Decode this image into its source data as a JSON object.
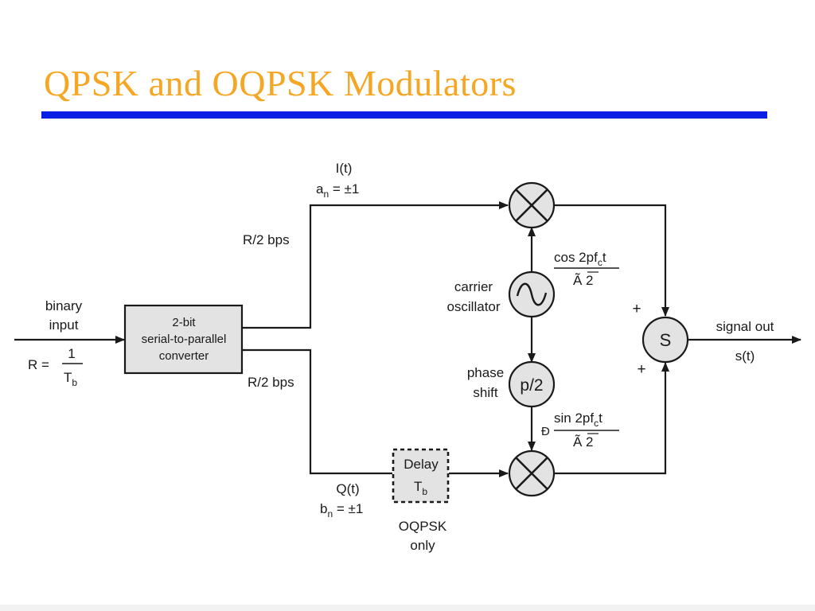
{
  "slide": {
    "title": "QPSK and OQPSK Modulators"
  },
  "input": {
    "label_line1": "binary",
    "label_line2": "input",
    "rate_lhs": "R =",
    "rate_num": "1",
    "rate_den_main": "T",
    "rate_den_sub": "b"
  },
  "converter": {
    "line1": "2-bit",
    "line2": "serial-to-parallel",
    "line3": "converter",
    "fill": "#e3e3e3"
  },
  "i_branch": {
    "rate": "R/2 bps",
    "signal": "I(t)",
    "coef_main": "a",
    "coef_sub": "n",
    "coef_rest": " = ±1"
  },
  "q_branch": {
    "rate": "R/2 bps",
    "signal": "Q(t)",
    "coef_main": "b",
    "coef_sub": "n",
    "coef_rest": " = ±1"
  },
  "delay": {
    "line1": "Delay",
    "line2_main": "T",
    "line2_sub": "b",
    "note_line1": "OQPSK",
    "note_line2": "only",
    "fill": "#e3e3e3"
  },
  "oscillator": {
    "label_line1": "carrier",
    "label_line2": "oscillator",
    "glyph": "∿",
    "fill": "#e3e3e3"
  },
  "cos_term": {
    "num_a": "cos 2pf",
    "num_sub": "c",
    "num_b": "t",
    "den": "Ã 2"
  },
  "phase_shift": {
    "label_line1": "phase",
    "label_line2": "shift",
    "symbol": "p/2",
    "fill": "#e3e3e3"
  },
  "sin_term": {
    "prefix": "Ð",
    "num_a": "sin 2pf",
    "num_sub": "c",
    "num_b": "t",
    "den": "Ã 2"
  },
  "summer": {
    "symbol": "S",
    "plus_top": "+",
    "plus_bottom": "+",
    "fill": "#e3e3e3"
  },
  "output": {
    "label": "signal out",
    "signal": "s(t)"
  },
  "colors": {
    "title": "#f5a623",
    "rule": "#0a1ee6",
    "mixer_fill": "#e3e3e3",
    "line": "#1a1a1a"
  }
}
